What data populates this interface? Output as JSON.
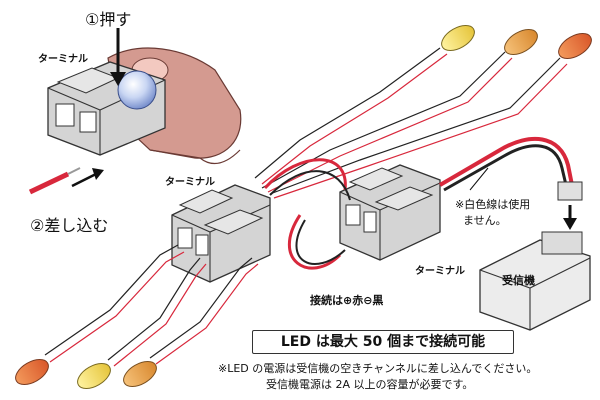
{
  "step1": "①押す",
  "step2": "②差し込む",
  "terminal_label": "ターミナル",
  "white_wire_note_line1": "※白色線は使用",
  "white_wire_note_line2": "ません。",
  "receiver_label": "受信機",
  "connection_note": "接続は⊕赤⊖黒",
  "max_leds": "LED は最大 50 個まで接続可能",
  "footnote_line1": "※LED の電源は受信機の空きチャンネルに差し込んでください。",
  "footnote_line2": "受信機電源は 2A 以上の容量が必要です。",
  "colors": {
    "red_wire": "#d8283c",
    "black_wire": "#222222",
    "led_orange": "#e8703a",
    "led_yellow": "#f2d84a",
    "led_amber": "#e9a040",
    "terminal": "#cfcfcf",
    "finger": "#c98a80",
    "receiver": "#e8e8e8"
  }
}
